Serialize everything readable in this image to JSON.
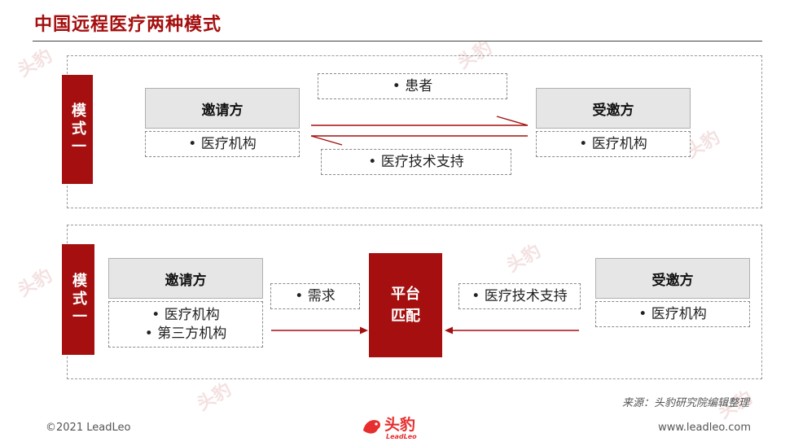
{
  "title": "中国远程医疗两种模式",
  "mode1": {
    "tag": "模式一",
    "left_head": "邀请方",
    "left_items": [
      "医疗机构"
    ],
    "right_head": "受邀方",
    "right_items": [
      "医疗机构"
    ],
    "top_label": "患者",
    "bottom_label": "医疗技术支持"
  },
  "mode2": {
    "tag": "模式一",
    "left_head": "邀请方",
    "left_items": [
      "医疗机构",
      "第三方机构"
    ],
    "left_label": "需求",
    "platform_lines": [
      "平台",
      "匹配"
    ],
    "right_label": "医疗技术支持",
    "right_head": "受邀方",
    "right_items": [
      "医疗机构"
    ]
  },
  "source": "来源：头豹研究院编辑整理",
  "footer": {
    "copyright": "©2021 LeadLeo",
    "logo_cn": "头豹",
    "logo_en": "LeadLeo",
    "website": "www.leadleo.com"
  },
  "watermark": "头豹",
  "colors": {
    "accent": "#a50f0f",
    "box_fill": "#e6e6e6"
  }
}
